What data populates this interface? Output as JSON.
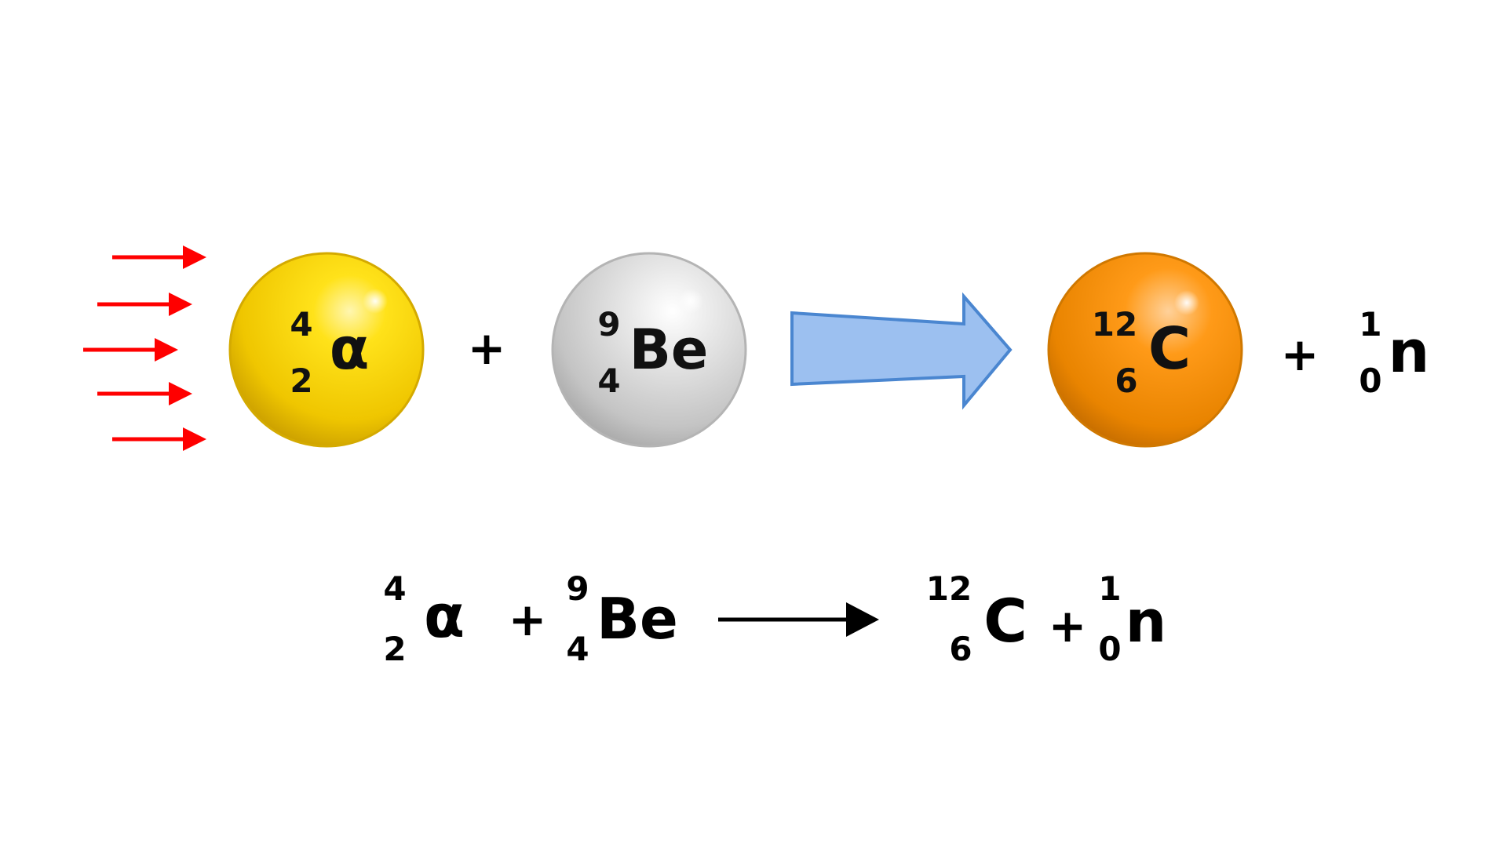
{
  "colors": {
    "incoming_arrows": "#ff0000",
    "alpha_ball": "#f2cc00",
    "beryllium_ball": "#c8c8c8",
    "carbon_ball": "#f08a00",
    "reaction_arrow_fill": "#9cc0f0",
    "reaction_arrow_stroke": "#4a86d0"
  },
  "top": {
    "alpha": {
      "mass": "4",
      "atomic": "2",
      "symbol": "α"
    },
    "plus1": "+",
    "beryllium": {
      "mass": "9",
      "atomic": "4",
      "symbol": "Be"
    },
    "carbon": {
      "mass": "12",
      "atomic": "6",
      "symbol": "C"
    },
    "plus2": "+",
    "neutron": {
      "mass": "1",
      "atomic": "0",
      "symbol": "n"
    }
  },
  "equation": {
    "alpha": {
      "mass": "4",
      "atomic": "2",
      "symbol": "α"
    },
    "plus1": "+",
    "beryllium": {
      "mass": "9",
      "atomic": "4",
      "symbol": "Be"
    },
    "carbon": {
      "mass": "12",
      "atomic": "6",
      "symbol": "C"
    },
    "plus2": "+",
    "neutron": {
      "mass": "1",
      "atomic": "0",
      "symbol": "n"
    }
  }
}
